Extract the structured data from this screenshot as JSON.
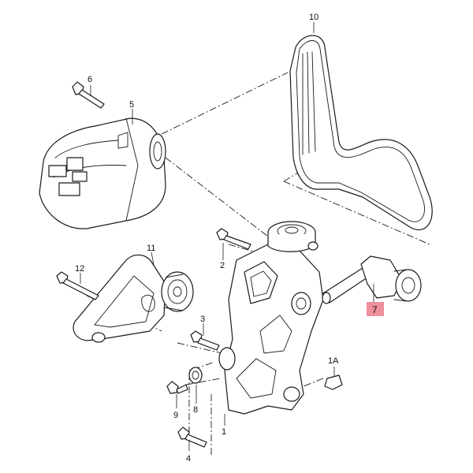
{
  "diagram": {
    "callouts": [
      {
        "id": "10",
        "label": "10"
      },
      {
        "id": "6",
        "label": "6"
      },
      {
        "id": "5",
        "label": "5"
      },
      {
        "id": "2",
        "label": "2"
      },
      {
        "id": "11",
        "label": "11"
      },
      {
        "id": "12",
        "label": "12"
      },
      {
        "id": "7",
        "label": "7"
      },
      {
        "id": "3",
        "label": "3"
      },
      {
        "id": "1A",
        "label": "1A"
      },
      {
        "id": "9",
        "label": "9"
      },
      {
        "id": "8",
        "label": "8"
      },
      {
        "id": "1",
        "label": "1"
      },
      {
        "id": "4",
        "label": "4"
      }
    ],
    "highlight": {
      "callout": "7",
      "color": "#f08f9c"
    },
    "colors": {
      "line": "#1a1a1a",
      "background": "#ffffff"
    }
  }
}
